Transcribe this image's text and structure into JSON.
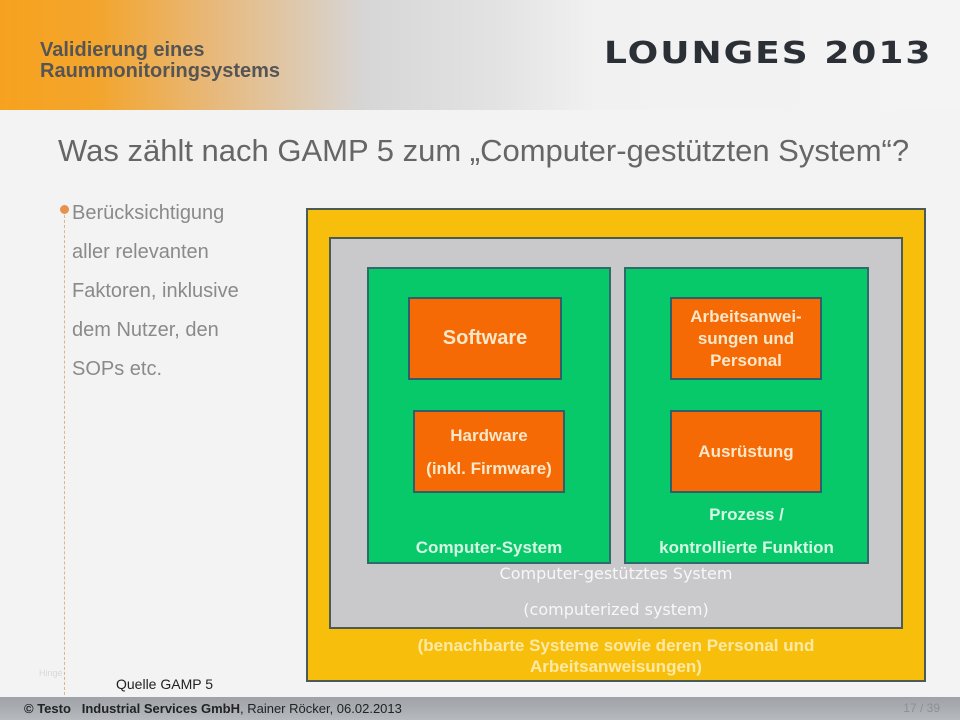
{
  "header": {
    "title_line1": "Validierung eines",
    "title_line2": "Raummonitoringsystems",
    "logo": "LOUNGES 2013"
  },
  "slide": {
    "title": "Was zählt nach GAMP 5 zum „Computer-gestützten System“?",
    "bullet": {
      "lines": [
        "Berücksichtigung",
        "aller relevanten",
        "Faktoren, inklusive",
        "dem Nutzer, den",
        "SOPs etc."
      ]
    },
    "hint": "Hinge",
    "source": "Quelle GAMP 5"
  },
  "diagram": {
    "colors": {
      "outer": "#f7bf0b",
      "middle": "#c9c9cb",
      "green": "#08c96a",
      "orange": "#f56a05"
    },
    "boxes": {
      "software": "Software",
      "hardware_line1": "Hardware",
      "hardware_line2": "(inkl. Firmware)",
      "arbeit_line1": "Arbeitsanwei-",
      "arbeit_line2": "sungen und",
      "arbeit_line3": "Personal",
      "ausruestung": "Ausrüstung"
    },
    "labels": {
      "computer_system": "Computer-System",
      "prozess_line1": "Prozess /",
      "prozess_line2": "kontrollierte Funktion",
      "computerized_line1": "Computer-gestütztes System",
      "computerized_line2": "(computerized system)",
      "neighbors_line1": "(benachbarte Systeme sowie deren Personal und",
      "neighbors_line2": "Arbeitsanweisungen)"
    }
  },
  "footer": {
    "copyright": "© Testo",
    "company": "Industrial Services GmbH",
    "author_date": ", Rainer Röcker, 06.02.2013",
    "page": "17 / 39"
  }
}
